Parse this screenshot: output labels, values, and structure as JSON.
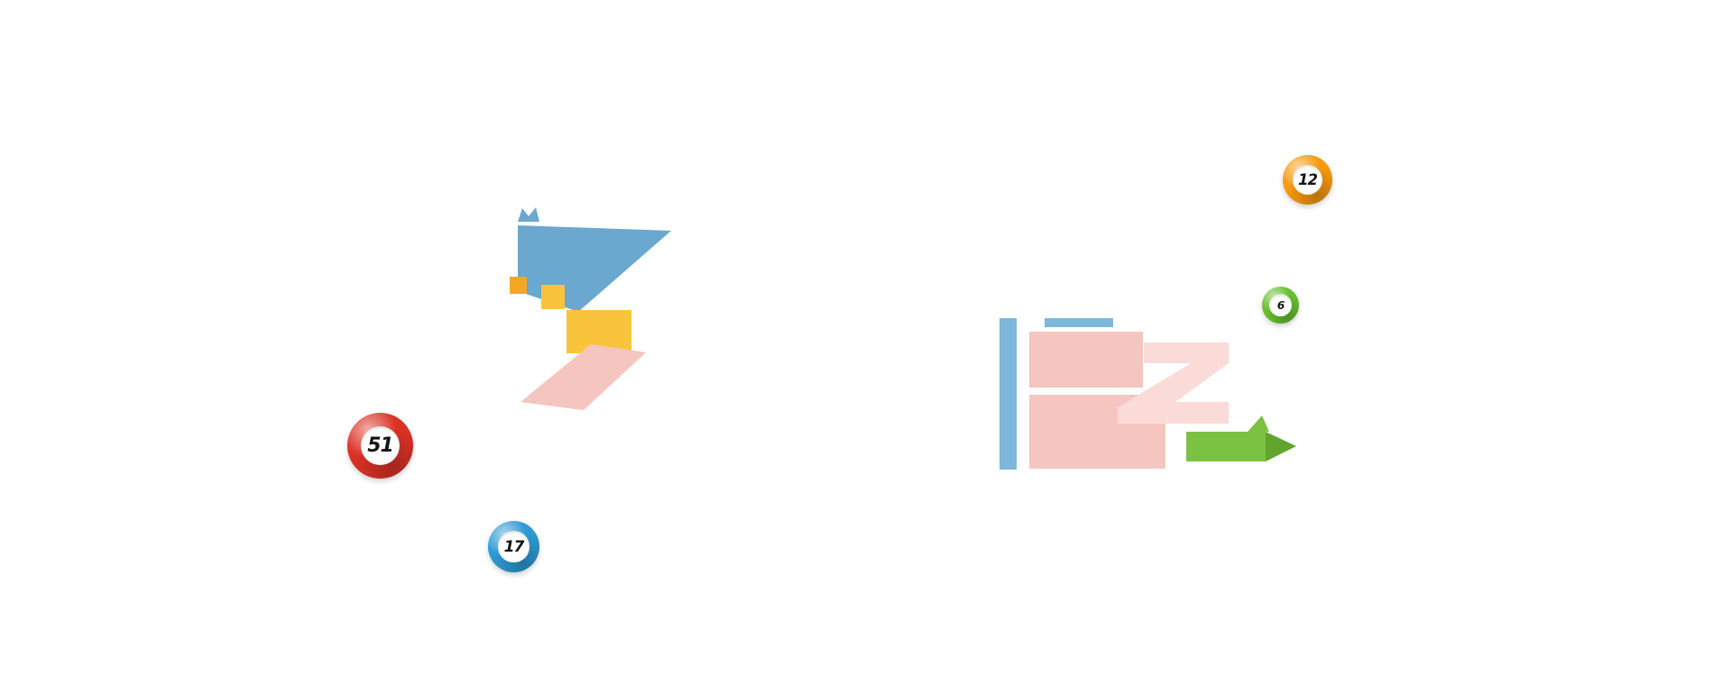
{
  "page": {
    "background": "#ffffff"
  },
  "colors": {
    "steel_blue": "#6aa8cf",
    "light_blue": "#7db8da",
    "yellow": "#fac33c",
    "orange": "#f5a623",
    "pink": "#f5c5c0",
    "light_pink": "#fadbd8",
    "green": "#7cc242",
    "dark_green": "#61a52f"
  },
  "balls": [
    {
      "number": "51",
      "color": "#dc3226"
    },
    {
      "number": "17",
      "color": "#2d9ad4"
    },
    {
      "number": "12",
      "color": "#f79a0f"
    },
    {
      "number": "6",
      "color": "#68c030"
    }
  ],
  "illustrations": {
    "left": {
      "name": "abstract-paper-shapes"
    },
    "right": {
      "name": "blocks-and-pencil"
    }
  }
}
